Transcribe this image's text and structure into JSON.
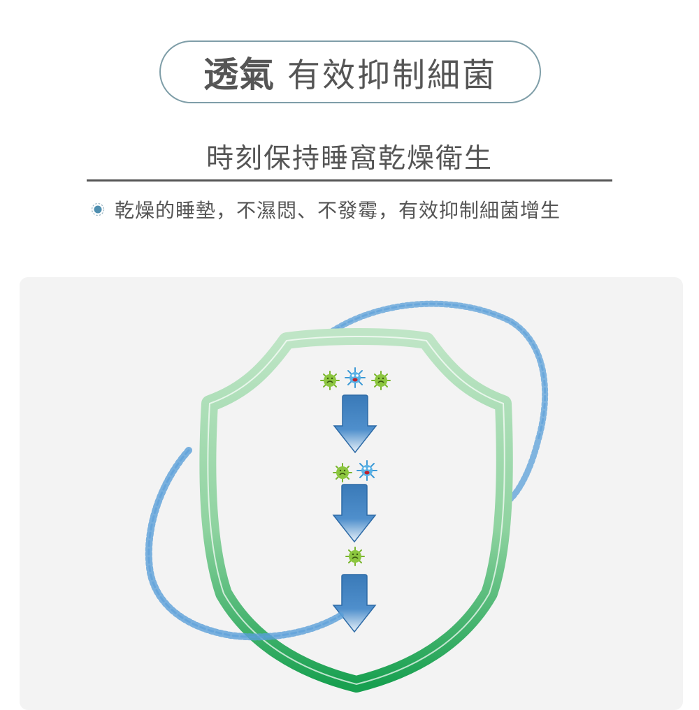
{
  "header": {
    "title_bold": "透氣",
    "title_normal": "有效抑制細菌",
    "subtitle": "時刻保持睡窩乾燥衛生"
  },
  "bullets": [
    {
      "icon": "dotted-circle-bullet-icon",
      "text": "乾燥的睡墊，不濕悶、不發霉，有效抑制細菌增生"
    }
  ],
  "illustration": {
    "description": "Green shield with germs decreasing through three downward arrows, surrounded by a ring of blue air bubbles",
    "stages": [
      {
        "germs": [
          "green-germ",
          "blue-germ",
          "green-germ"
        ]
      },
      {
        "germs": [
          "green-germ",
          "blue-germ"
        ]
      },
      {
        "germs": [
          "green-germ"
        ]
      }
    ]
  },
  "colors": {
    "text": "#555555",
    "pill_border": "#7f9ea8",
    "bullet": "#4f8fb0",
    "panel_bg": "#f3f3f3",
    "shield_green": "#1fa35a",
    "shield_light": "#a8dcb4",
    "arrow_blue": "#3f7fbf",
    "bubble_blue": "#5a9fd8",
    "germ_green": "#8cc63f"
  }
}
